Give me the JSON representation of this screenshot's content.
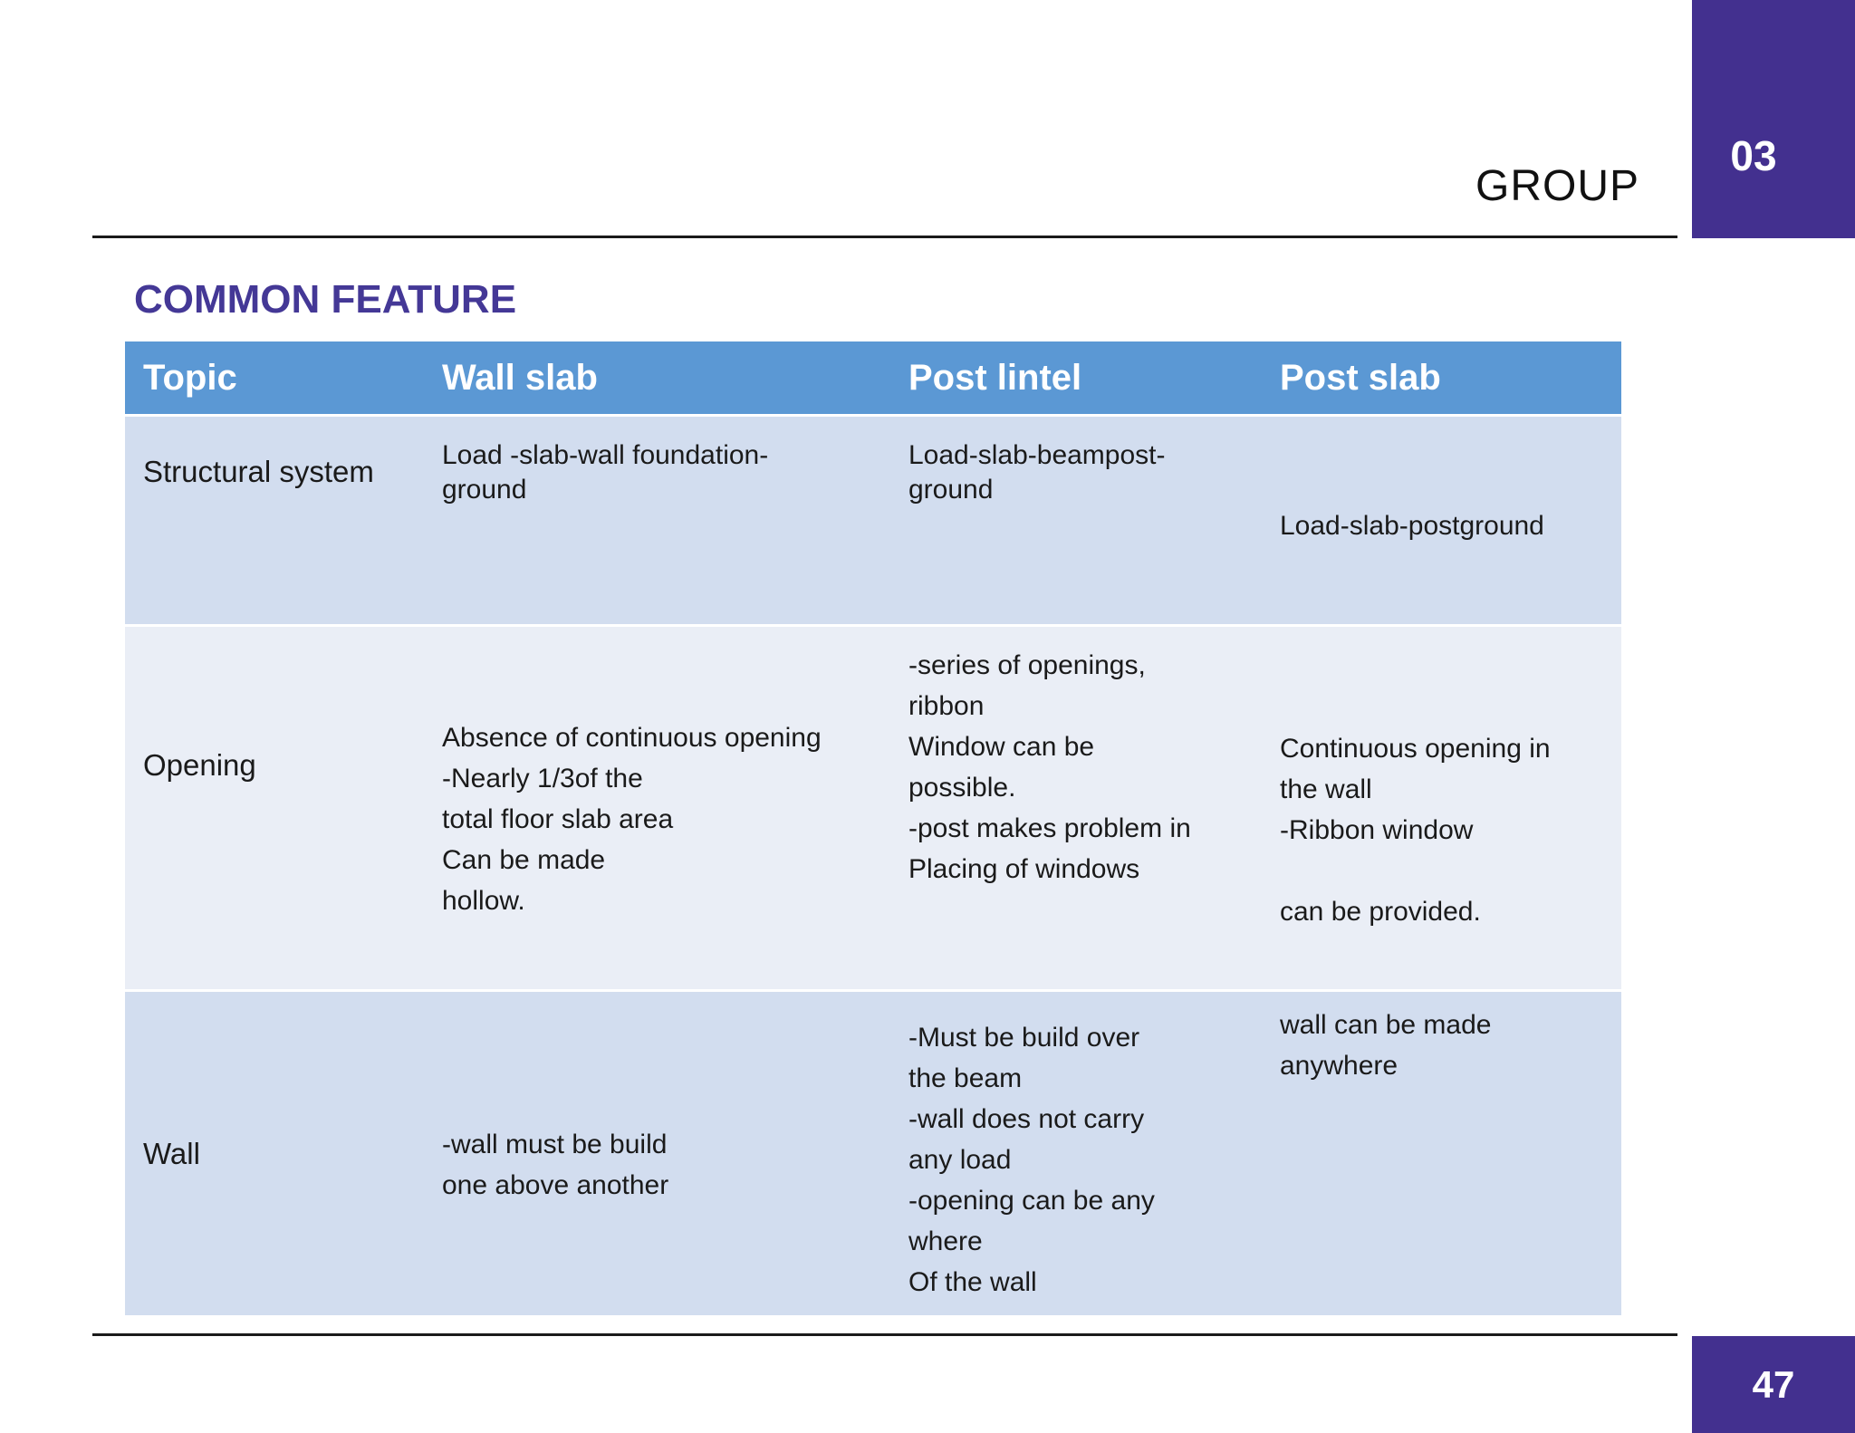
{
  "page": {
    "group_label": "GROUP",
    "group_number": "03",
    "page_number": "47",
    "title": "COMMON FEATURE"
  },
  "colors": {
    "accent_purple": "#43308F",
    "header_blue": "#5B98D4",
    "row_shade_dark": "#D2DDEF",
    "row_shade_light": "#EAEEF6",
    "title_purple": "#443896"
  },
  "table": {
    "headers": [
      "Topic",
      "Wall slab",
      "Post lintel",
      "Post slab"
    ],
    "rows": [
      {
        "topic": "Structural system",
        "wall_slab": "Load -slab-wall foundation-\nground",
        "post_lintel": "Load-slab-beampost-\nground",
        "post_slab": "Load-slab-postground"
      },
      {
        "topic": "Opening",
        "wall_slab": "Absence of continuous opening\n-Nearly 1/3of the\ntotal floor slab area\nCan be made\nhollow.",
        "post_lintel": "-series of openings,\nribbon\nWindow can be\npossible.\n-post makes problem in\nPlacing of windows",
        "post_slab": "Continuous opening in\nthe wall\n-Ribbon window\n\ncan be provided."
      },
      {
        "topic": "Wall",
        "wall_slab": "-wall must be build\none above another",
        "post_lintel": "-Must be build over\nthe beam\n-wall does not carry\nany load\n-opening can be any\nwhere\nOf the wall",
        "post_slab": "wall can be made\nanywhere"
      }
    ]
  }
}
